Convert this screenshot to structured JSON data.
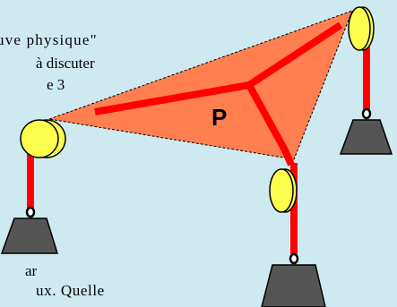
{
  "text_lines": [
    "uve physique\"",
    "à discuter",
    "e 3",
    "ar",
    "ux. Quelle"
  ],
  "diagram": {
    "point_label": "P",
    "colors": {
      "background": "#ceeaf0",
      "plate": "#ff7f50",
      "strings": "#ff0000",
      "pulleys": "#ffff4d",
      "weights": "#555555"
    }
  }
}
